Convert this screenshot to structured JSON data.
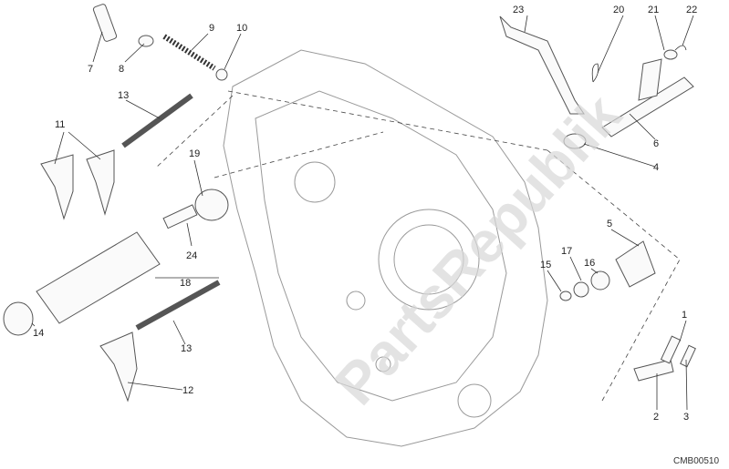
{
  "watermark": "PartsRepublik",
  "drawing_code": "CMB00510",
  "callouts": [
    {
      "id": "c7",
      "text": "7"
    },
    {
      "id": "c8",
      "text": "8"
    },
    {
      "id": "c9",
      "text": "9"
    },
    {
      "id": "c10",
      "text": "10"
    },
    {
      "id": "c13a",
      "text": "13"
    },
    {
      "id": "c11",
      "text": "11"
    },
    {
      "id": "c19",
      "text": "19"
    },
    {
      "id": "c24",
      "text": "24"
    },
    {
      "id": "c18",
      "text": "18"
    },
    {
      "id": "c14",
      "text": "14"
    },
    {
      "id": "c13b",
      "text": "13"
    },
    {
      "id": "c12",
      "text": "12"
    },
    {
      "id": "c23",
      "text": "23"
    },
    {
      "id": "c20",
      "text": "20"
    },
    {
      "id": "c21",
      "text": "21"
    },
    {
      "id": "c22",
      "text": "22"
    },
    {
      "id": "c6",
      "text": "6"
    },
    {
      "id": "c4",
      "text": "4"
    },
    {
      "id": "c5",
      "text": "5"
    },
    {
      "id": "c17",
      "text": "17"
    },
    {
      "id": "c16",
      "text": "16"
    },
    {
      "id": "c15",
      "text": "15"
    },
    {
      "id": "c1",
      "text": "1"
    },
    {
      "id": "c2",
      "text": "2"
    },
    {
      "id": "c3",
      "text": "3"
    }
  ]
}
